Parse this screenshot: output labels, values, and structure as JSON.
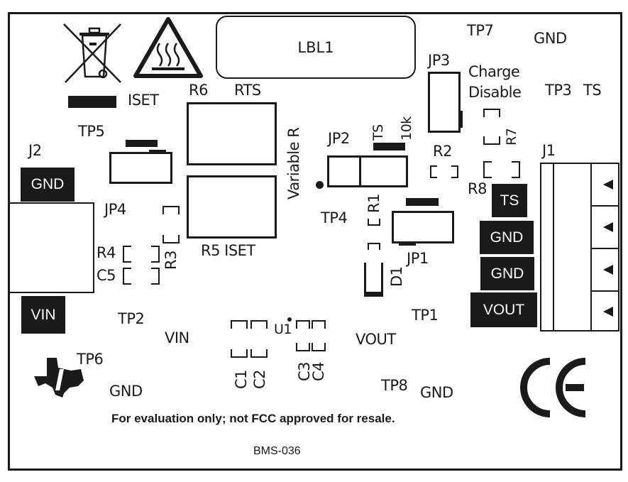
{
  "board": {
    "label_box": "LBL1",
    "footer_notice": "For evaluation only; not FCC approved for resale.",
    "board_id": "BMS-036",
    "colors": {
      "silkscreen": "#1a1a1a",
      "background": "#ffffff"
    }
  },
  "icons": {
    "weee": "crossed-out-wheelie-bin",
    "hot_surface": "hot-surface-warning",
    "ti_logo": "texas-instruments-logo",
    "ce_mark": "ce-mark",
    "ce_text": "CE"
  },
  "labels": {
    "iset_top": "ISET",
    "tp5": "TP5",
    "j2": "J2",
    "jp4": "JP4",
    "r4": "R4",
    "c5": "C5",
    "r3": "R3",
    "tp2": "TP2",
    "vin_net": "VIN",
    "tp6": "TP6",
    "gnd_left": "GND",
    "r6": "R6",
    "rts": "RTS",
    "variable_r": "Variable R",
    "r5_iset": "R5 ISET",
    "jp2": "JP2",
    "ts_jp2": "TS",
    "10k": "10k",
    "r2": "R2",
    "tp4": "TP4",
    "r1": "R1",
    "jp1": "JP1",
    "d1": "D1",
    "u1": "U1",
    "c1": "C1",
    "c2": "C2",
    "c3": "C3",
    "c4": "C4",
    "vout_net": "VOUT",
    "tp1": "TP1",
    "tp8": "TP8",
    "gnd_bottom": "GND",
    "tp7": "TP7",
    "gnd_top": "GND",
    "jp3": "JP3",
    "charge": "Charge",
    "disable": "Disable",
    "tp3": "TP3",
    "ts_tp3": "TS",
    "r7": "R7",
    "r8": "R8",
    "j1": "J1"
  },
  "connectors": {
    "j2_pins": [
      "GND",
      "VIN"
    ],
    "j1_pins": [
      "TS",
      "GND",
      "GND",
      "VOUT"
    ]
  }
}
